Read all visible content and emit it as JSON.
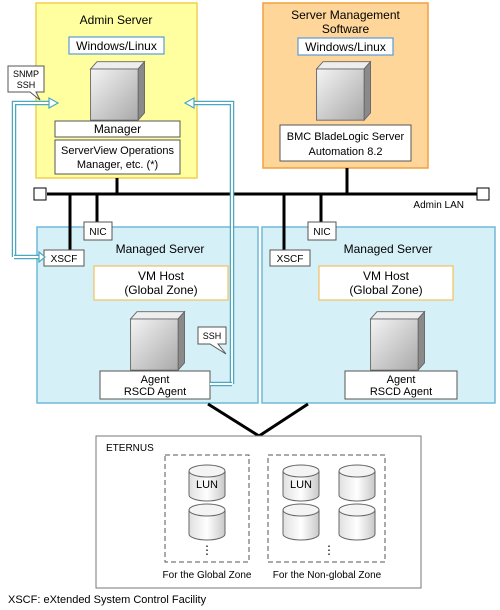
{
  "admin_server": {
    "title": "Admin Server",
    "os": "Windows/Linux",
    "manager": "Manager",
    "software_line1": "ServerView Operations",
    "software_line2": "Manager, etc. (*)"
  },
  "ssh_bubbles": {
    "snmp_ssh_line1": "SNMP",
    "snmp_ssh_line2": "SSH",
    "ssh": "SSH"
  },
  "server_mgmt": {
    "title_line1": "Server Management",
    "title_line2": "Software",
    "os": "Windows/Linux",
    "product_line1": "BMC BladeLogic Server",
    "product_line2": "Automation 8.2"
  },
  "network": {
    "admin_lan": "Admin LAN",
    "nic": "NIC",
    "xscf": "XSCF"
  },
  "managed_servers": [
    {
      "title": "Managed Server",
      "vm_line1": "VM Host",
      "vm_line2": "(Global Zone)",
      "agent_line1": "Agent",
      "agent_line2": "RSCD Agent"
    },
    {
      "title": "Managed Server",
      "vm_line1": "VM Host",
      "vm_line2": "(Global Zone)",
      "agent_line1": "Agent",
      "agent_line2": "RSCD Agent"
    }
  ],
  "storage": {
    "title": "ETERNUS",
    "lun": "LUN",
    "dots": "⋮",
    "group1": "For the Global Zone",
    "group2": "For the Non-global Zone"
  },
  "footnote": "XSCF: eXtended System Control Facility",
  "colors": {
    "admin_fill": "#ffffa0",
    "admin_border": "#f0d050",
    "mgmt_fill": "#ffd69a",
    "mgmt_border": "#f0a040",
    "managed_fill": "#d6f0f8",
    "managed_border": "#70b8d8",
    "os_border": "#5b9bd5",
    "vm_border": "#f0c060",
    "arrow": "#4aa8c0"
  }
}
